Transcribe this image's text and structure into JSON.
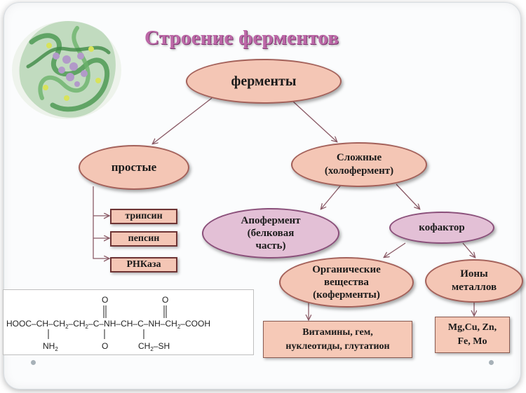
{
  "title": "Строение ферментов",
  "nodes": {
    "root": "ферменты",
    "simple": "простые",
    "complex_line1": "Сложные",
    "complex_line2": "(холофермент)",
    "apoenzyme_line1": "Апофермент",
    "apoenzyme_line2": "(белковая",
    "apoenzyme_line3": "часть)",
    "cofactor": "кофактор",
    "organic_line1": "Органические",
    "organic_line2": "вещества",
    "organic_line3": "(коферменты)",
    "ions_line1": "Ионы",
    "ions_line2": "металлов"
  },
  "simple_examples": [
    "трипсин",
    "пепсин",
    "РНКаза"
  ],
  "boxes": {
    "coenzymes_line1": "Витамины, гем,",
    "coenzymes_line2": "нуклеотиды, глутатион",
    "metals_line1": "Mg,Cu, Zn,",
    "metals_line2": "Fe, Mo"
  },
  "formula": {
    "main_chain": [
      "HOOC",
      "–",
      "CH",
      "–",
      "CH",
      "2",
      "–",
      "CH",
      "2",
      "–",
      "C",
      "–",
      "NH",
      "–",
      "CH",
      "–",
      "C",
      "–",
      "NH",
      "–",
      "CH",
      "2",
      "–",
      "COOH"
    ],
    "top_atoms": [
      "O",
      "O"
    ],
    "bottom_groups": [
      "NH",
      "2",
      "O",
      "CH",
      "2",
      "–",
      "SH"
    ]
  },
  "colors": {
    "title": "#bd68a8",
    "ellipse_fill": "#f4c6b5",
    "ellipse_fill_pink": "#e3c0d6",
    "arrow": "#8a5a66"
  }
}
